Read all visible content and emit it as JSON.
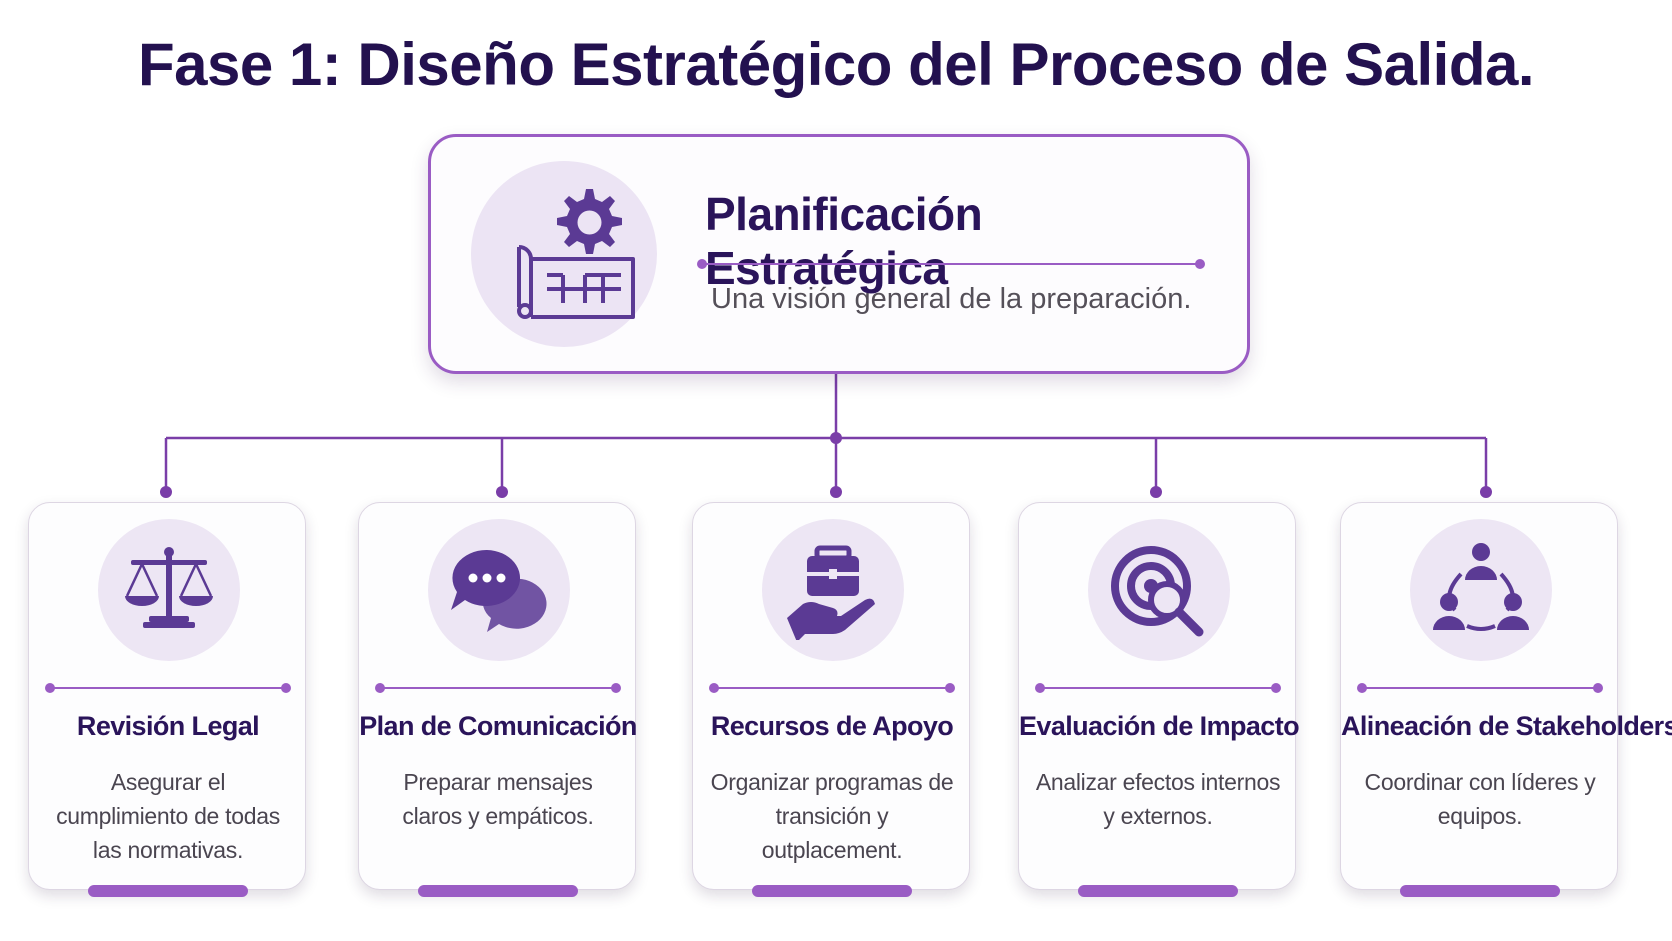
{
  "page_title": "Fase 1: Diseño Estratégico del Proceso de Salida.",
  "main_node": {
    "title": "Planificación Estratégica",
    "subtitle": "Una visión general de la preparación.",
    "icon": "blueprint-gear-icon"
  },
  "cards": [
    {
      "title": "Revisión Legal",
      "description": "Asegurar el cumplimiento de todas las normativas.",
      "icon": "scales-of-justice-icon"
    },
    {
      "title": "Plan de Comunicación",
      "description": "Preparar mensajes claros y empáticos.",
      "icon": "chat-bubbles-icon"
    },
    {
      "title": "Recursos de Apoyo",
      "description": "Organizar programas de transición y outplacement.",
      "icon": "hand-briefcase-icon"
    },
    {
      "title": "Evaluación de Impacto",
      "description": "Analizar efectos internos y externos.",
      "icon": "target-magnifier-icon"
    },
    {
      "title": "Alineación de Stakeholders",
      "description": "Coordinar con líderes y equipos.",
      "icon": "people-network-icon"
    }
  ],
  "colors": {
    "title": "#23114f",
    "accent": "#9a5cc4",
    "icon": "#5b3a94",
    "icon_background": "#ede6f4"
  }
}
